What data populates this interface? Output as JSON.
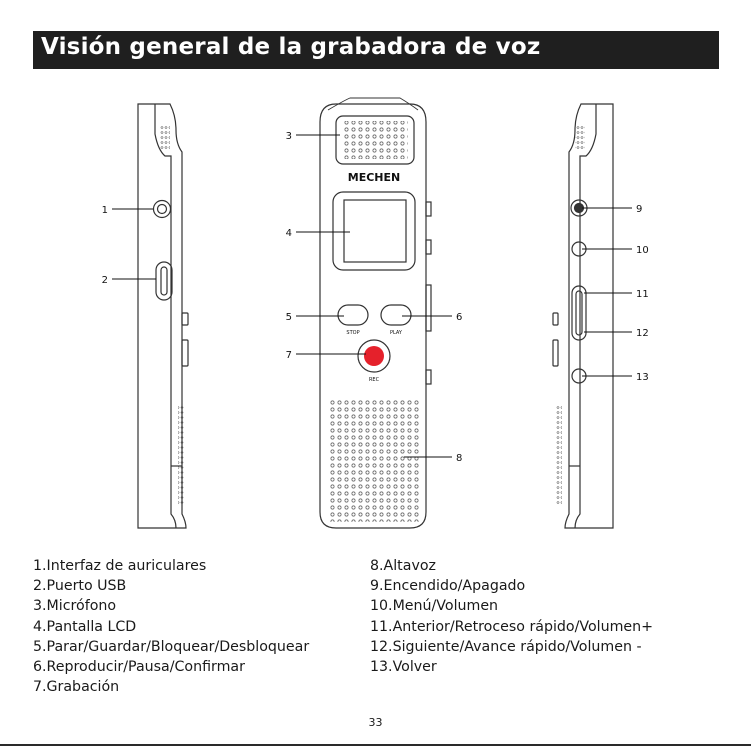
{
  "header": {
    "title": "Visión general de la grabadora de voz"
  },
  "device": {
    "brand": "MECHEN",
    "stop_label": "STOP",
    "play_label": "PLAY",
    "rec_label": "REC"
  },
  "callouts": [
    "1",
    "2",
    "3",
    "4",
    "5",
    "6",
    "7",
    "8",
    "9",
    "10",
    "11",
    "12",
    "13"
  ],
  "legend_left": [
    "1.Interfaz de auriculares",
    "2.Puerto USB",
    "3.Micrófono",
    "4.Pantalla LCD",
    "5.Parar/Guardar/Bloquear/Desbloquear",
    "6.Reproducir/Pausa/Confirmar",
    "7.Grabación"
  ],
  "legend_right": [
    "8.Altavoz",
    "9.Encendido/Apagado",
    "10.Menú/Volumen",
    "11.Anterior/Retroceso rápido/Volumen+",
    "12.Siguiente/Avance rápido/Volumen -",
    "13.Volver"
  ],
  "footer": {
    "page_number": "33"
  },
  "colors": {
    "title_bar": "#1f1f1f",
    "rec_button": "#e5212b",
    "outline": "#333333"
  }
}
